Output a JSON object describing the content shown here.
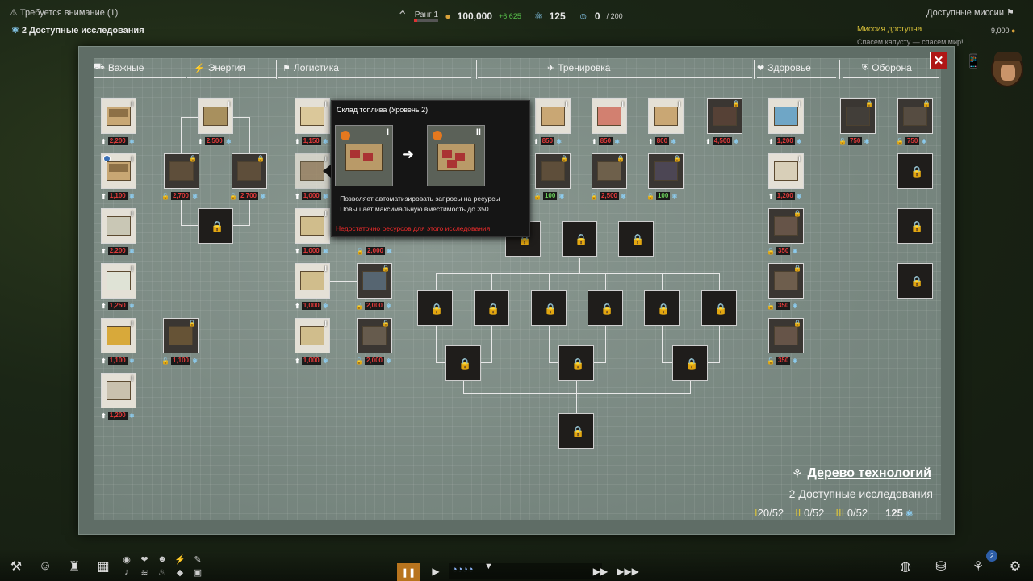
{
  "hud": {
    "attention": "Требуется внимание (1)",
    "available_research": "2 Доступные исследования",
    "rank_label": "Ранг 1",
    "money": "100,000",
    "money_delta": "+6,625",
    "research_points": "125",
    "population": "0",
    "population_max": "/ 200",
    "available_missions": "Доступные миссии",
    "mission_title": "Миссия доступна",
    "mission_sub": "Спасем капусту — спасем мир!",
    "mission_reward": "9,000"
  },
  "close_label": "✕",
  "categories": [
    {
      "name": "Важные",
      "icon": "truck-icon",
      "glyph": "🚚"
    },
    {
      "name": "Энергия",
      "icon": "bolt-icon",
      "glyph": "⚡"
    },
    {
      "name": "Логистика",
      "icon": "forklift-icon",
      "glyph": "⚑"
    },
    {
      "name": "Тренировка",
      "icon": "runner-icon",
      "glyph": "✈"
    },
    {
      "name": "Здоровье",
      "icon": "heart-icon",
      "glyph": "❤"
    },
    {
      "name": "Оборона",
      "icon": "shield-icon",
      "glyph": "⛨"
    }
  ],
  "costs": {
    "c2200": "2,200",
    "c2500": "2,500",
    "c1100": "1,100",
    "c2700": "2,700",
    "c1250": "1,250",
    "c1200": "1,200",
    "c1000": "1,000",
    "c2000": "2,000",
    "c850": "850",
    "c800": "800",
    "c4500": "4,500",
    "c100": "100",
    "c350": "350",
    "c750": "750",
    "c1150": "1,150"
  },
  "tooltip": {
    "title": "Склад топлива (Уровень 2)",
    "from_level": "I",
    "to_level": "II",
    "line1": "· Позволяет автоматизировать запросы на ресурсы",
    "line2": "· Повышает максимальную вместимость до 350",
    "warning": "Недостаточно ресурсов для этого исследования"
  },
  "board_info": {
    "title": "Дерево технологий",
    "subtitle": "2 Доступные исследования",
    "tier1_label": "I",
    "tier1": "20/52",
    "tier2_label": "II",
    "tier2": "0/52",
    "tier3_label": "III",
    "tier3": "0/52",
    "points": "125"
  },
  "colors": {
    "accent": "#e8e8e8",
    "warning": "#ee2b2b",
    "ok": "#6ad15b",
    "gold": "#d9c23a"
  }
}
